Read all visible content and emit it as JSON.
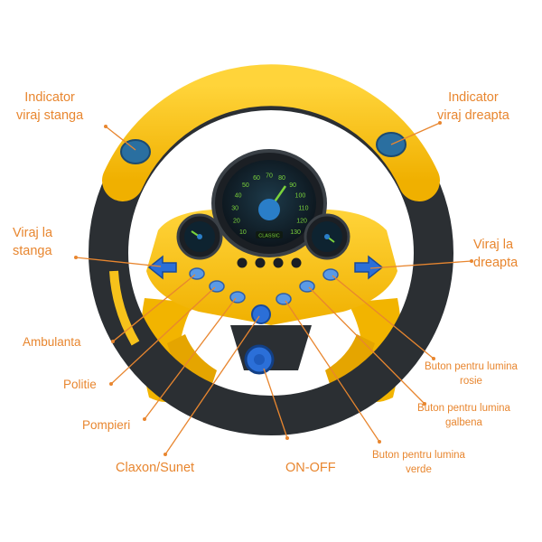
{
  "labels": {
    "left_indicator": [
      "Indicator",
      "viraj stanga"
    ],
    "right_indicator": [
      "Indicator",
      "viraj dreapta"
    ],
    "turn_left": [
      "Viraj la",
      "stanga"
    ],
    "turn_right": [
      "Viraj la",
      "dreapta"
    ],
    "ambulance": "Ambulanta",
    "police": "Politie",
    "firefighters": "Pompieri",
    "horn": "Claxon/Sunet",
    "on_off": "ON-OFF",
    "red_light": [
      "Buton pentru lumina",
      "rosie"
    ],
    "yellow_light": [
      "Buton pentru lumina",
      "galbena"
    ],
    "green_light": [
      "Buton pentru lumina",
      "verde"
    ]
  },
  "speedometer": {
    "ticks": [
      "10",
      "20",
      "30",
      "40",
      "50",
      "60",
      "70",
      "80",
      "90",
      "100",
      "110",
      "120",
      "130"
    ],
    "brand": "CLASSIC"
  },
  "colors": {
    "yellow": "#f7c21b",
    "dark": "#2b2f33",
    "label": "#e8862f",
    "blue": "#2b6fd8",
    "gauge_green": "#7bd33b"
  }
}
